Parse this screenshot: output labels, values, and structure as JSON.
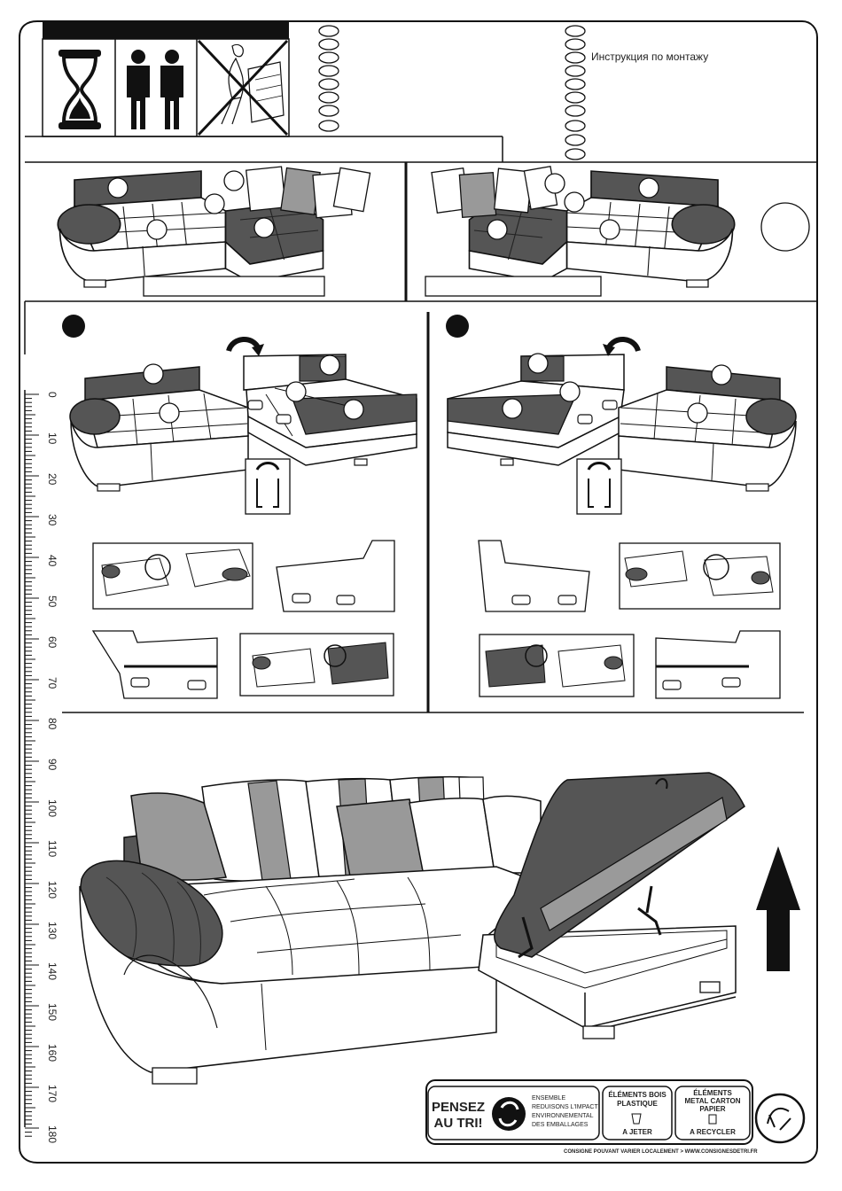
{
  "header": {
    "title": "Инструкция по монтажу",
    "icons": [
      "hourglass-icon",
      "two-persons-icon",
      "no-lifting-icon"
    ]
  },
  "ruler": {
    "labels": [
      "0",
      "10",
      "20",
      "30",
      "40",
      "50",
      "60",
      "70",
      "80",
      "90",
      "100",
      "110",
      "120",
      "130",
      "140",
      "150",
      "160",
      "170",
      "180"
    ]
  },
  "recycling": {
    "pensez_line1": "PENSEZ",
    "pensez_line2": "AU TRI!",
    "campaign_lines": [
      "ENSEMBLE",
      "REDUISONS L'IMPACT",
      "ENVIRONNEMENTAL",
      "DES EMBALLAGES"
    ],
    "wood_title_1": "ÉLÉMENTS BOIS",
    "wood_title_2": "PLASTIQUE",
    "wood_action": "A JETER",
    "metal_title_1": "ÉLÉMENTS",
    "metal_title_2": "METAL CARTON",
    "metal_title_3": "PAPIER",
    "metal_action": "A RECYCLER",
    "footer": "CONSIGNE POUVANT VARIER LOCALEMENT > WWW.CONSIGNESDETRI.FR"
  },
  "colors": {
    "dark_fabric": "#555555",
    "mid_fabric": "#9a9a9a",
    "outline": "#111111",
    "paper": "#ffffff"
  }
}
